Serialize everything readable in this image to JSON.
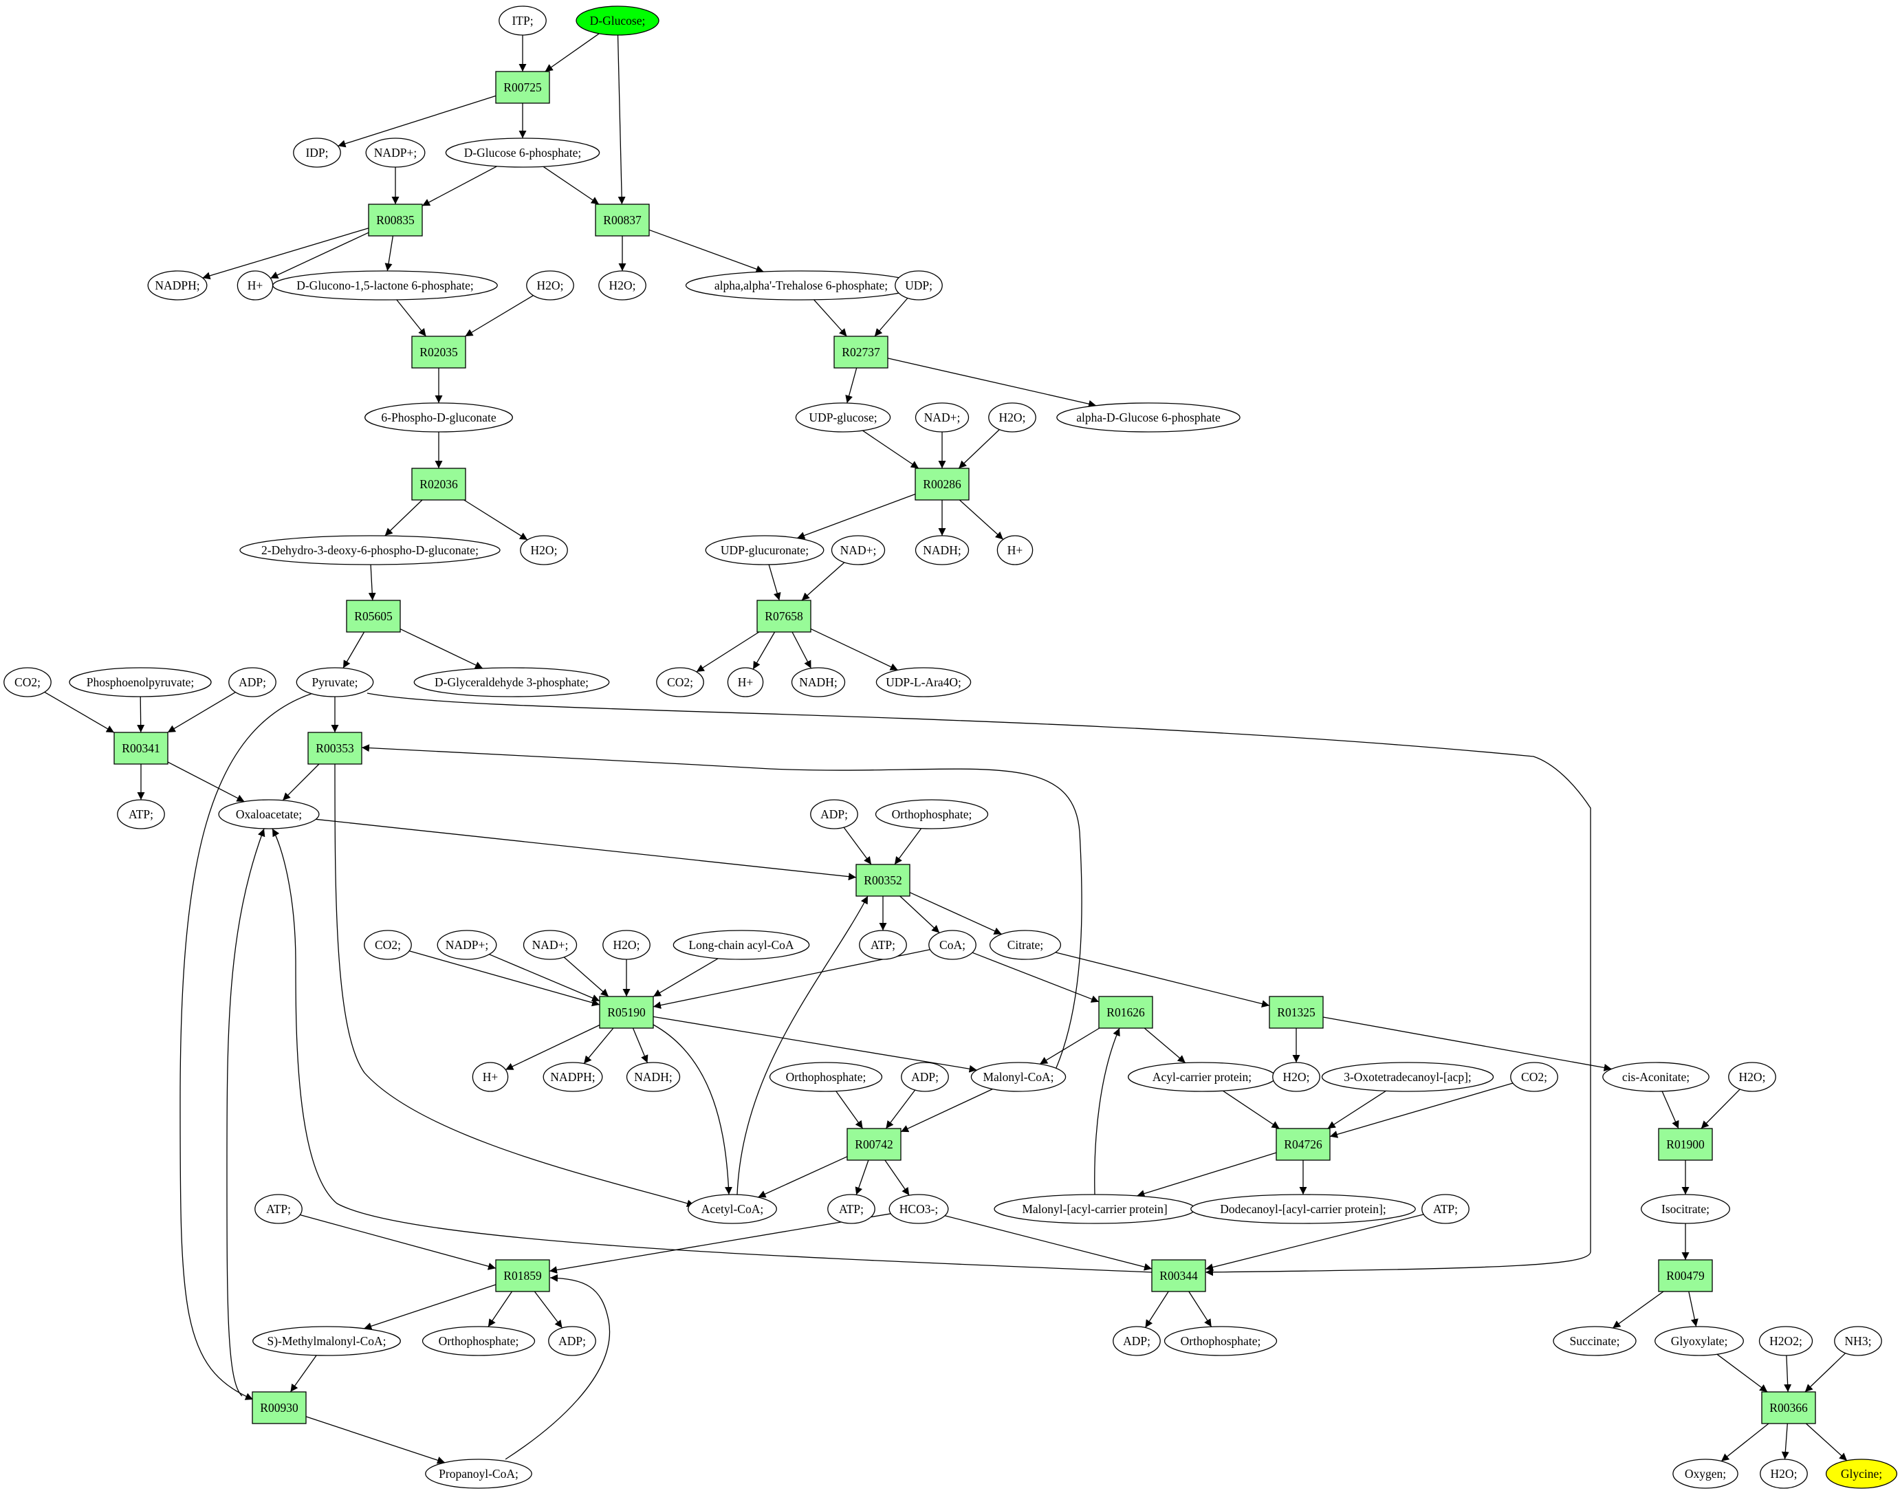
{
  "colors": {
    "reaction_fill": "#98fb98",
    "metabolite_fill": "#ffffff",
    "source_fill": "#00ff00",
    "target_fill": "#ffff00",
    "stroke": "#000000"
  },
  "reactions": [
    {
      "id": "r_R00725",
      "label": "R00725"
    },
    {
      "id": "r_R00835",
      "label": "R00835"
    },
    {
      "id": "r_R00837",
      "label": "R00837"
    },
    {
      "id": "r_R02035",
      "label": "R02035"
    },
    {
      "id": "r_R02737",
      "label": "R02737"
    },
    {
      "id": "r_R02036",
      "label": "R02036"
    },
    {
      "id": "r_R00286",
      "label": "R00286"
    },
    {
      "id": "r_R05605",
      "label": "R05605"
    },
    {
      "id": "r_R07658",
      "label": "R07658"
    },
    {
      "id": "r_R00341",
      "label": "R00341"
    },
    {
      "id": "r_R00353",
      "label": "R00353"
    },
    {
      "id": "r_R00352",
      "label": "R00352"
    },
    {
      "id": "r_R05190",
      "label": "R05190"
    },
    {
      "id": "r_R01626",
      "label": "R01626"
    },
    {
      "id": "r_R01325",
      "label": "R01325"
    },
    {
      "id": "r_R00742",
      "label": "R00742"
    },
    {
      "id": "r_R04726",
      "label": "R04726"
    },
    {
      "id": "r_R01900",
      "label": "R01900"
    },
    {
      "id": "r_R01859",
      "label": "R01859"
    },
    {
      "id": "r_R00344",
      "label": "R00344"
    },
    {
      "id": "r_R00479",
      "label": "R00479"
    },
    {
      "id": "r_R00930",
      "label": "R00930"
    },
    {
      "id": "r_R00366",
      "label": "R00366"
    }
  ],
  "metabolites": [
    {
      "id": "itp",
      "label": "ITP;"
    },
    {
      "id": "dglucose",
      "label": "D-Glucose;",
      "role": "source"
    },
    {
      "id": "idp",
      "label": "IDP;"
    },
    {
      "id": "nadp_a",
      "label": "NADP+;"
    },
    {
      "id": "g6p",
      "label": "D-Glucose 6-phosphate;"
    },
    {
      "id": "nadph_a",
      "label": "NADPH;"
    },
    {
      "id": "h_a",
      "label": "H+"
    },
    {
      "id": "glucono",
      "label": "D-Glucono-1,5-lactone 6-phosphate;"
    },
    {
      "id": "h2o_a",
      "label": "H2O;"
    },
    {
      "id": "h2o_b",
      "label": "H2O;"
    },
    {
      "id": "trehalose6p",
      "label": "alpha,alpha'-Trehalose 6-phosphate;"
    },
    {
      "id": "udp",
      "label": "UDP;"
    },
    {
      "id": "pgluconate",
      "label": "6-Phospho-D-gluconate"
    },
    {
      "id": "udpglucose",
      "label": "UDP-glucose;"
    },
    {
      "id": "nad_a",
      "label": "NAD+;"
    },
    {
      "id": "h2o_c",
      "label": "H2O;"
    },
    {
      "id": "ag6p",
      "label": "alpha-D-Glucose 6-phosphate"
    },
    {
      "id": "kdpg",
      "label": "2-Dehydro-3-deoxy-6-phospho-D-gluconate;"
    },
    {
      "id": "h2o_d",
      "label": "H2O;"
    },
    {
      "id": "udpglcua",
      "label": "UDP-glucuronate;"
    },
    {
      "id": "nad_b",
      "label": "NAD+;"
    },
    {
      "id": "nadh_a",
      "label": "NADH;"
    },
    {
      "id": "h_b",
      "label": "H+"
    },
    {
      "id": "co2_a",
      "label": "CO2;"
    },
    {
      "id": "pep",
      "label": "Phosphoenolpyruvate;"
    },
    {
      "id": "adp_a",
      "label": "ADP;"
    },
    {
      "id": "pyruvate",
      "label": "Pyruvate;"
    },
    {
      "id": "g3p",
      "label": "D-Glyceraldehyde 3-phosphate;"
    },
    {
      "id": "co2_b",
      "label": "CO2;"
    },
    {
      "id": "h_c",
      "label": "H+"
    },
    {
      "id": "nadh_b",
      "label": "NADH;"
    },
    {
      "id": "udpara",
      "label": "UDP-L-Ara4O;"
    },
    {
      "id": "atp_a",
      "label": "ATP;"
    },
    {
      "id": "oxaloacetate",
      "label": "Oxaloacetate;"
    },
    {
      "id": "adp_b",
      "label": "ADP;"
    },
    {
      "id": "pi_a",
      "label": "Orthophosphate;"
    },
    {
      "id": "atp_b",
      "label": "ATP;"
    },
    {
      "id": "coa",
      "label": "CoA;"
    },
    {
      "id": "citrate",
      "label": "Citrate;"
    },
    {
      "id": "co2_c",
      "label": "CO2;"
    },
    {
      "id": "nadp_b",
      "label": "NADP+;"
    },
    {
      "id": "nad_c",
      "label": "NAD+;"
    },
    {
      "id": "h2o_e",
      "label": "H2O;"
    },
    {
      "id": "lcacoa",
      "label": "Long-chain acyl-CoA"
    },
    {
      "id": "h_d",
      "label": "H+"
    },
    {
      "id": "nadph_b",
      "label": "NADPH;"
    },
    {
      "id": "nadh_c",
      "label": "NADH;"
    },
    {
      "id": "pi_b",
      "label": "Orthophosphate;"
    },
    {
      "id": "adp_c",
      "label": "ADP;"
    },
    {
      "id": "malonylcoa",
      "label": "Malonyl-CoA;"
    },
    {
      "id": "acp",
      "label": "Acyl-carrier protein;"
    },
    {
      "id": "h2o_f",
      "label": "H2O;"
    },
    {
      "id": "oxotetra",
      "label": "3-Oxotetradecanoyl-[acp];"
    },
    {
      "id": "co2_d",
      "label": "CO2;"
    },
    {
      "id": "cisaconitate",
      "label": "cis-Aconitate;"
    },
    {
      "id": "h2o_g",
      "label": "H2O;"
    },
    {
      "id": "atp_c",
      "label": "ATP;"
    },
    {
      "id": "acetylcoa",
      "label": "Acetyl-CoA;"
    },
    {
      "id": "atp_d",
      "label": "ATP;"
    },
    {
      "id": "hco3",
      "label": "HCO3-;"
    },
    {
      "id": "malonylacp",
      "label": "Malonyl-[acyl-carrier protein]"
    },
    {
      "id": "dodecanoylacp",
      "label": "Dodecanoyl-[acyl-carrier protein];"
    },
    {
      "id": "atp_e",
      "label": "ATP;"
    },
    {
      "id": "isocitrate",
      "label": "Isocitrate;"
    },
    {
      "id": "methylmalonyl",
      "label": "S)-Methylmalonyl-CoA;"
    },
    {
      "id": "pi_c",
      "label": "Orthophosphate;"
    },
    {
      "id": "adp_d",
      "label": "ADP;"
    },
    {
      "id": "adp_e",
      "label": "ADP;"
    },
    {
      "id": "pi_d",
      "label": "Orthophosphate;"
    },
    {
      "id": "succinate",
      "label": "Succinate;"
    },
    {
      "id": "glyoxylate",
      "label": "Glyoxylate;"
    },
    {
      "id": "h2o2",
      "label": "H2O2;"
    },
    {
      "id": "nh3",
      "label": "NH3;"
    },
    {
      "id": "propanoylcoa",
      "label": "Propanoyl-CoA;"
    },
    {
      "id": "oxygen",
      "label": "Oxygen;"
    },
    {
      "id": "h2o_h",
      "label": "H2O;"
    },
    {
      "id": "glycine",
      "label": "Glycine;",
      "role": "target"
    }
  ],
  "edges": [
    {
      "from": "itp",
      "to": "r_R00725"
    },
    {
      "from": "dglucose",
      "to": "r_R00725"
    },
    {
      "from": "dglucose",
      "to": "r_R00837"
    },
    {
      "from": "r_R00725",
      "to": "idp"
    },
    {
      "from": "r_R00725",
      "to": "g6p"
    },
    {
      "from": "nadp_a",
      "to": "r_R00835"
    },
    {
      "from": "g6p",
      "to": "r_R00835"
    },
    {
      "from": "g6p",
      "to": "r_R00837"
    },
    {
      "from": "r_R00835",
      "to": "nadph_a"
    },
    {
      "from": "r_R00835",
      "to": "h_a"
    },
    {
      "from": "r_R00835",
      "to": "glucono"
    },
    {
      "from": "r_R00837",
      "to": "h2o_b"
    },
    {
      "from": "r_R00837",
      "to": "trehalose6p"
    },
    {
      "from": "glucono",
      "to": "r_R02035"
    },
    {
      "from": "h2o_a",
      "to": "r_R02035"
    },
    {
      "from": "trehalose6p",
      "to": "r_R02737"
    },
    {
      "from": "udp",
      "to": "r_R02737"
    },
    {
      "from": "r_R02035",
      "to": "pgluconate"
    },
    {
      "from": "r_R02737",
      "to": "udpglucose"
    },
    {
      "from": "r_R02737",
      "to": "ag6p"
    },
    {
      "from": "pgluconate",
      "to": "r_R02036"
    },
    {
      "from": "udpglucose",
      "to": "r_R00286"
    },
    {
      "from": "nad_a",
      "to": "r_R00286"
    },
    {
      "from": "h2o_c",
      "to": "r_R00286"
    },
    {
      "from": "r_R02036",
      "to": "kdpg"
    },
    {
      "from": "r_R02036",
      "to": "h2o_d"
    },
    {
      "from": "r_R00286",
      "to": "udpglcua"
    },
    {
      "from": "r_R00286",
      "to": "nadh_a"
    },
    {
      "from": "r_R00286",
      "to": "h_b"
    },
    {
      "from": "kdpg",
      "to": "r_R05605"
    },
    {
      "from": "udpglcua",
      "to": "r_R07658"
    },
    {
      "from": "nad_b",
      "to": "r_R07658"
    },
    {
      "from": "r_R05605",
      "to": "pyruvate"
    },
    {
      "from": "r_R05605",
      "to": "g3p"
    },
    {
      "from": "r_R07658",
      "to": "co2_b"
    },
    {
      "from": "r_R07658",
      "to": "h_c"
    },
    {
      "from": "r_R07658",
      "to": "nadh_b"
    },
    {
      "from": "r_R07658",
      "to": "udpara"
    },
    {
      "from": "co2_a",
      "to": "r_R00341"
    },
    {
      "from": "pep",
      "to": "r_R00341"
    },
    {
      "from": "adp_a",
      "to": "r_R00341"
    },
    {
      "from": "r_R00341",
      "to": "atp_a"
    },
    {
      "from": "r_R00341",
      "to": "oxaloacetate"
    },
    {
      "from": "pyruvate",
      "to": "r_R00353"
    },
    {
      "from": "pyruvate",
      "to": "r_R00930"
    },
    {
      "from": "pyruvate",
      "to": "r_R00344"
    },
    {
      "from": "r_R00353",
      "to": "oxaloacetate"
    },
    {
      "from": "r_R00353",
      "to": "acetylcoa"
    },
    {
      "from": "malonylcoa",
      "to": "r_R00353"
    },
    {
      "from": "oxaloacetate",
      "to": "r_R00352"
    },
    {
      "from": "adp_b",
      "to": "r_R00352"
    },
    {
      "from": "pi_a",
      "to": "r_R00352"
    },
    {
      "from": "acetylcoa",
      "to": "r_R00352"
    },
    {
      "from": "r_R00352",
      "to": "atp_b"
    },
    {
      "from": "r_R00352",
      "to": "coa"
    },
    {
      "from": "r_R00352",
      "to": "citrate"
    },
    {
      "from": "co2_c",
      "to": "r_R05190"
    },
    {
      "from": "nadp_b",
      "to": "r_R05190"
    },
    {
      "from": "nad_c",
      "to": "r_R05190"
    },
    {
      "from": "h2o_e",
      "to": "r_R05190"
    },
    {
      "from": "lcacoa",
      "to": "r_R05190"
    },
    {
      "from": "coa",
      "to": "r_R05190"
    },
    {
      "from": "coa",
      "to": "r_R01626"
    },
    {
      "from": "citrate",
      "to": "r_R01325"
    },
    {
      "from": "r_R05190",
      "to": "h_d"
    },
    {
      "from": "r_R05190",
      "to": "nadph_b"
    },
    {
      "from": "r_R05190",
      "to": "nadh_c"
    },
    {
      "from": "r_R05190",
      "to": "malonylcoa"
    },
    {
      "from": "r_R05190",
      "to": "acetylcoa"
    },
    {
      "from": "r_R01626",
      "to": "malonylcoa"
    },
    {
      "from": "r_R01626",
      "to": "acp"
    },
    {
      "from": "malonylacp",
      "to": "r_R01626"
    },
    {
      "from": "r_R01325",
      "to": "h2o_f"
    },
    {
      "from": "r_R01325",
      "to": "cisaconitate"
    },
    {
      "from": "pi_b",
      "to": "r_R00742"
    },
    {
      "from": "adp_c",
      "to": "r_R00742"
    },
    {
      "from": "malonylcoa",
      "to": "r_R00742"
    },
    {
      "from": "r_R00742",
      "to": "acetylcoa"
    },
    {
      "from": "r_R00742",
      "to": "atp_d"
    },
    {
      "from": "r_R00742",
      "to": "hco3"
    },
    {
      "from": "acp",
      "to": "r_R04726"
    },
    {
      "from": "oxotetra",
      "to": "r_R04726"
    },
    {
      "from": "co2_d",
      "to": "r_R04726"
    },
    {
      "from": "r_R04726",
      "to": "malonylacp"
    },
    {
      "from": "r_R04726",
      "to": "dodecanoylacp"
    },
    {
      "from": "cisaconitate",
      "to": "r_R01900"
    },
    {
      "from": "h2o_g",
      "to": "r_R01900"
    },
    {
      "from": "r_R01900",
      "to": "isocitrate"
    },
    {
      "from": "isocitrate",
      "to": "r_R00479"
    },
    {
      "from": "atp_c",
      "to": "r_R01859"
    },
    {
      "from": "hco3",
      "to": "r_R01859"
    },
    {
      "from": "propanoylcoa",
      "to": "r_R01859"
    },
    {
      "from": "r_R01859",
      "to": "methylmalonyl"
    },
    {
      "from": "r_R01859",
      "to": "pi_c"
    },
    {
      "from": "r_R01859",
      "to": "adp_d"
    },
    {
      "from": "hco3",
      "to": "r_R00344"
    },
    {
      "from": "atp_e",
      "to": "r_R00344"
    },
    {
      "from": "r_R00344",
      "to": "oxaloacetate"
    },
    {
      "from": "r_R00344",
      "to": "adp_e"
    },
    {
      "from": "r_R00344",
      "to": "pi_d"
    },
    {
      "from": "r_R00479",
      "to": "succinate"
    },
    {
      "from": "r_R00479",
      "to": "glyoxylate"
    },
    {
      "from": "methylmalonyl",
      "to": "r_R00930"
    },
    {
      "from": "r_R00930",
      "to": "oxaloacetate"
    },
    {
      "from": "r_R00930",
      "to": "propanoylcoa"
    },
    {
      "from": "glyoxylate",
      "to": "r_R00366"
    },
    {
      "from": "h2o2",
      "to": "r_R00366"
    },
    {
      "from": "nh3",
      "to": "r_R00366"
    },
    {
      "from": "r_R00366",
      "to": "oxygen"
    },
    {
      "from": "r_R00366",
      "to": "h2o_h"
    },
    {
      "from": "r_R00366",
      "to": "glycine"
    }
  ]
}
